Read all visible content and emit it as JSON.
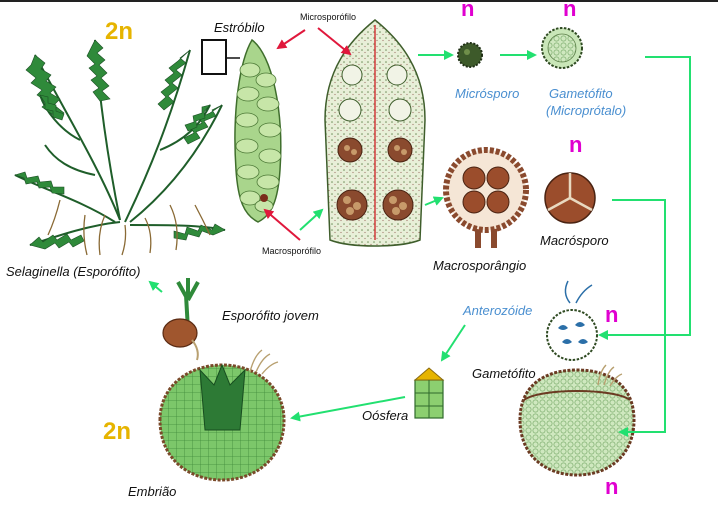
{
  "labels": {
    "estrobilo": "Estróbilo",
    "microsporofilo": "Microsporófilo",
    "macrosporofilo": "Macrosporófilo",
    "microsporo": "Micrósporo",
    "gametofito_micro_1": "Gametófito",
    "gametofito_micro_2": "(Microprótalo)",
    "macrosporangio": "Macrosporângio",
    "macrosporo": "Macrósporo",
    "selaginella": "Selaginella (Esporófito)",
    "esporofito_jovem": "Esporófito jovem",
    "anterozoide": "Anterozóide",
    "gametofito": "Gametófito",
    "oosfera": "Oósfera",
    "embriao": "Embrião"
  },
  "ploidy": {
    "sporophyte_top": "2n",
    "embryo": "2n",
    "microsporo": "n",
    "microprotalo": "n",
    "macrosporo": "n",
    "gametofito": "n",
    "macro_gametofito": "n"
  },
  "colors": {
    "arrow_green": "#22e070",
    "arrow_red": "#e0183c",
    "plant_green": "#2f8a3a",
    "label_blue": "#4a8fd0",
    "ploidy_magenta": "#e000d0",
    "ploidy_gold": "#e6b400"
  }
}
